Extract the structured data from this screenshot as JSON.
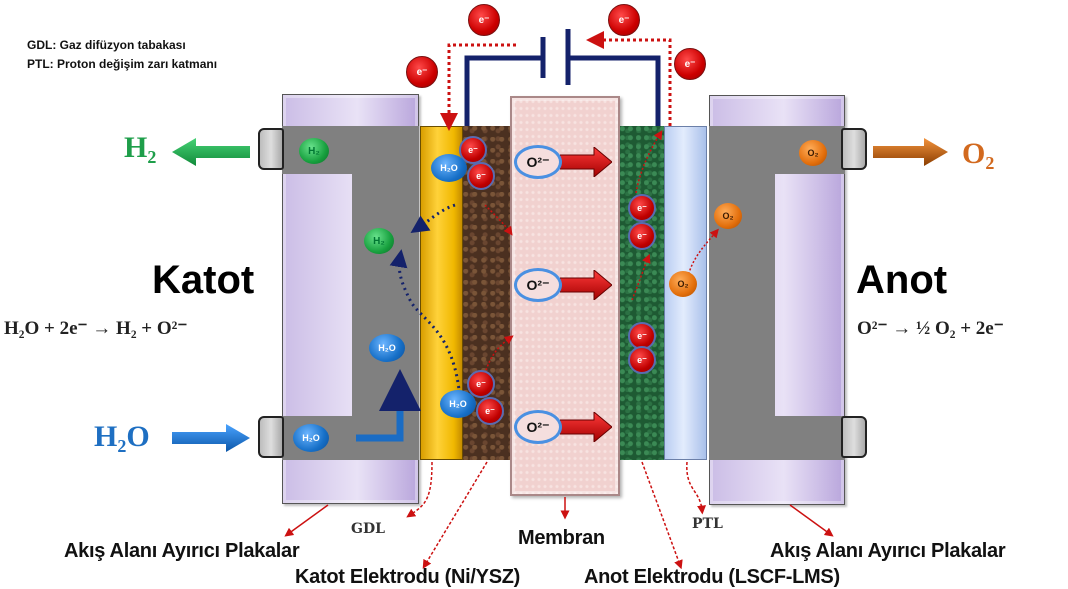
{
  "legend": {
    "gdl": "GDL: Gaz difüzyon tabakası",
    "ptl": "PTL: Proton değişim zarı katmanı"
  },
  "cathode": {
    "title": "Katot",
    "equation": "H₂O + 2e⁻ → H₂ + O²⁻",
    "outlet_gas": "H₂",
    "inlet_gas": "H₂O"
  },
  "anode": {
    "title": "Anot",
    "equation": "O²⁻ → ½ O₂ + 2e⁻",
    "outlet_gas": "O₂"
  },
  "molecules": {
    "electron": "e⁻",
    "water": "H₂O",
    "hydrogen": "H₂",
    "oxygen": "O₂",
    "oxide_ion": "O²⁻"
  },
  "labels": {
    "left_plates": "Akış Alanı Ayırıcı Plakalar",
    "right_plates": "Akış Alanı Ayırıcı Plakalar",
    "gdl": "GDL",
    "membrane": "Membran",
    "ptl": "PTL",
    "cathode_electrode": "Katot Elektrodu (Ni/YSZ)",
    "anode_electrode": "Anot Elektrodu (LSCF-LMS)"
  },
  "colors": {
    "hydrogen": "#1e9e4a",
    "water": "#1e6fc2",
    "oxygen": "#d2691e",
    "electron": "#cc0000",
    "circuit": "#14226b"
  }
}
